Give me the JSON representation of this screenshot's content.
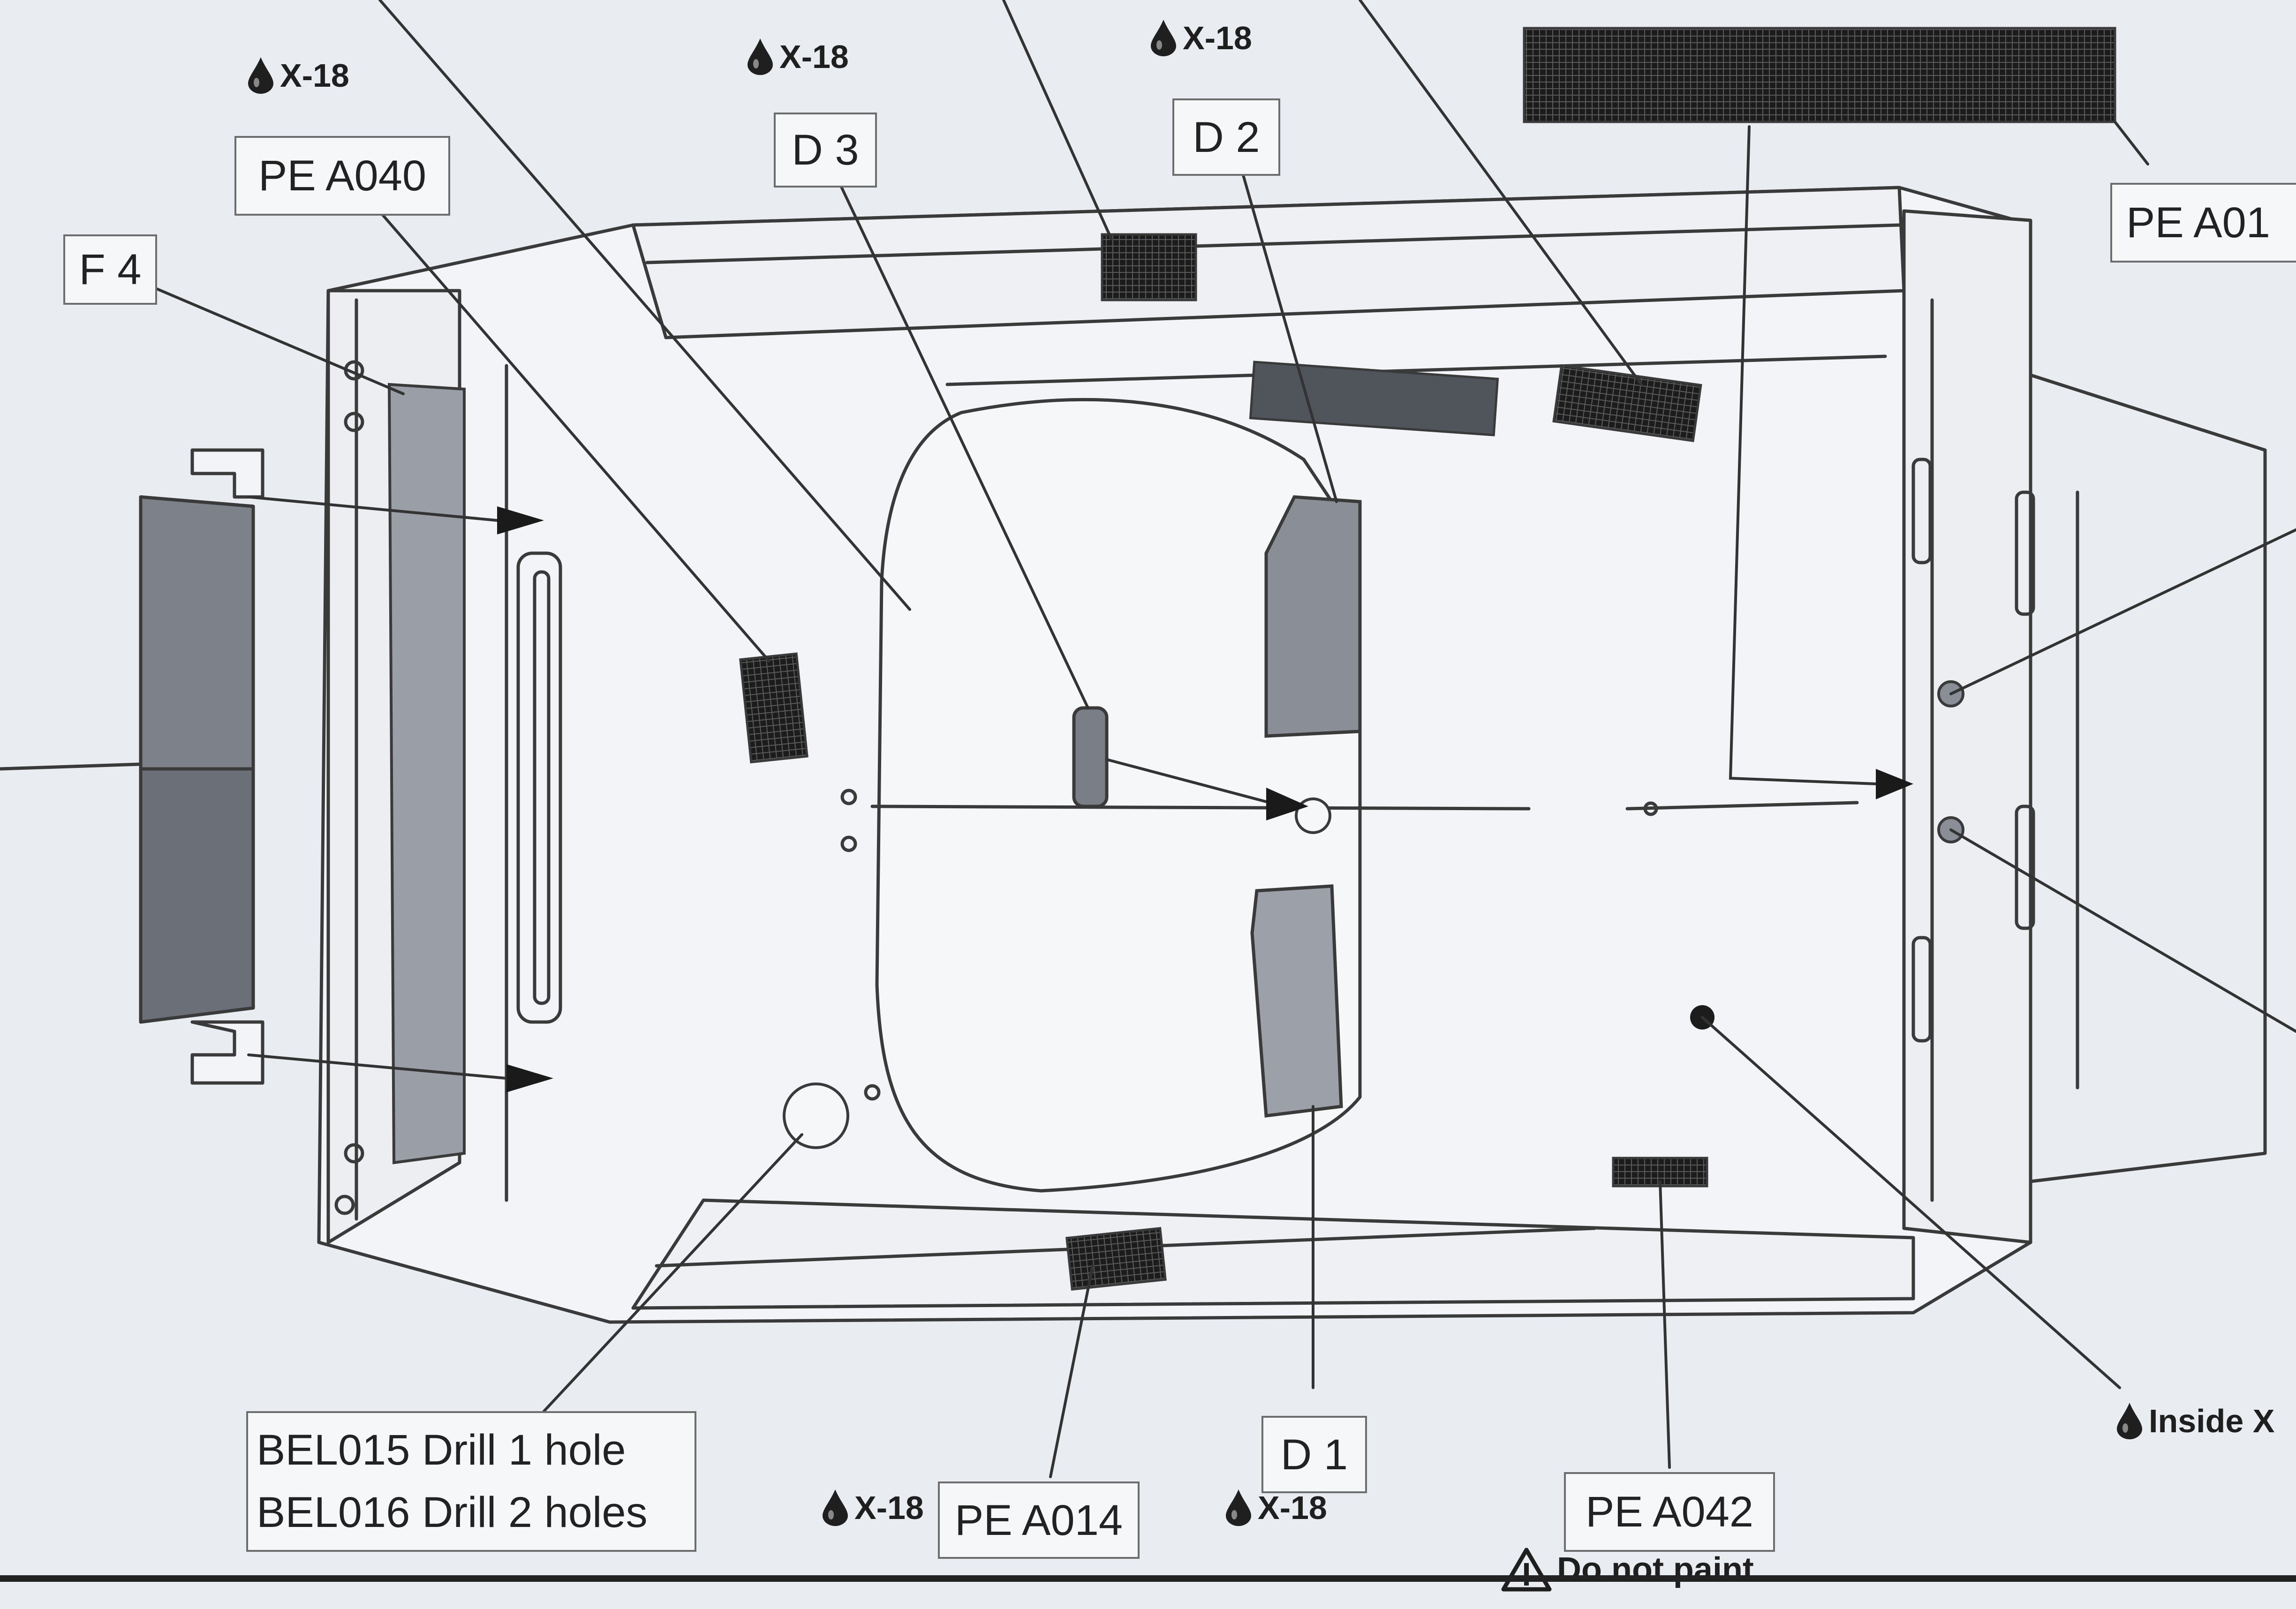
{
  "colors": {
    "background": "#e9ecf1",
    "line": "#3a3a3a",
    "part_fill": "#f3f4f7",
    "shade_dark": "#555a63",
    "shade_mid": "#8a8e96",
    "mesh": "#1c1c1c"
  },
  "labels": {
    "pe_a040": "PE A040",
    "f4": "F 4",
    "d3": "D 3",
    "d2": "D 2",
    "pe_a01": "PE A01",
    "drill_line1": "BEL015 Drill 1 hole",
    "drill_line2": "BEL016 Drill 2 holes",
    "pe_a014": "PE A014",
    "d1": "D 1",
    "pe_a042": "PE A042"
  },
  "paint": {
    "top_left": "X-18",
    "top_mid": "X-18",
    "top_right": "X-18",
    "bottom_mid": "X-18",
    "bottom_right": "X-18",
    "inside": "Inside X"
  },
  "warning": {
    "text": "Do not paint"
  },
  "icons": {
    "paint_drop": "paint-drop-icon",
    "warning": "warning-triangle-icon"
  }
}
